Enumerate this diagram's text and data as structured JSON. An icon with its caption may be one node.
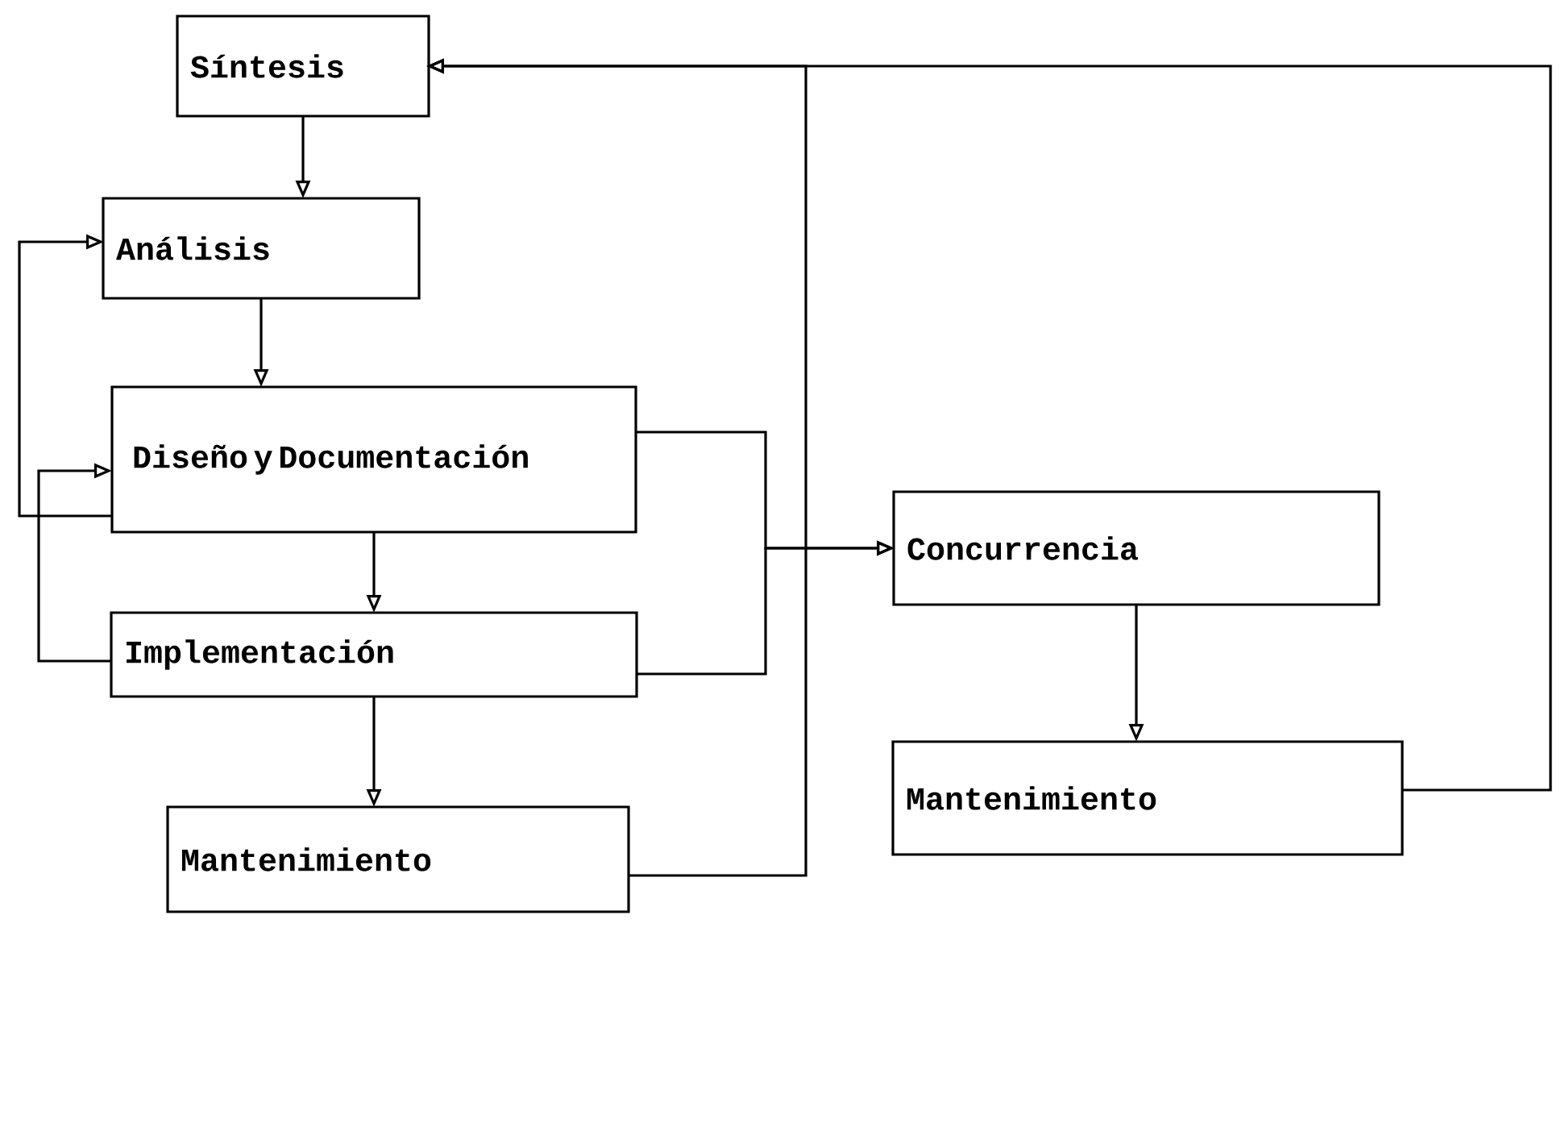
{
  "diagram": {
    "nodes": [
      {
        "text": [
          "Síntesis"
        ]
      },
      {
        "text": [
          "Análisis"
        ]
      },
      {
        "text": [
          "Diseño y Documentación"
        ]
      },
      {
        "text": [
          "Implementación"
        ]
      },
      {
        "text": [
          "Mantenimiento"
        ]
      },
      {
        "text": [
          "Concurrencia"
        ]
      },
      {
        "text": [
          "Mantenimiento"
        ]
      }
    ],
    "edges": [
      {
        "from": 0,
        "to": 1,
        "arrow": "to"
      },
      {
        "from": 1,
        "to": 2,
        "arrow": "to"
      },
      {
        "from": 2,
        "to": 1,
        "arrow": "to"
      },
      {
        "from": 3,
        "to": 2,
        "arrow": "to"
      },
      {
        "from": 2,
        "to": 3,
        "arrow": "to"
      },
      {
        "from": 3,
        "to": 4,
        "arrow": "to"
      },
      {
        "from": 2,
        "to": 5,
        "arrow": "to"
      },
      {
        "from": 3,
        "to": 5,
        "arrow": "to"
      },
      {
        "from": 5,
        "to": 6,
        "arrow": "to"
      },
      {
        "from": 4,
        "to": 0,
        "arrow": "to"
      },
      {
        "from": 6,
        "to": 0,
        "arrow": "to"
      }
    ]
  }
}
